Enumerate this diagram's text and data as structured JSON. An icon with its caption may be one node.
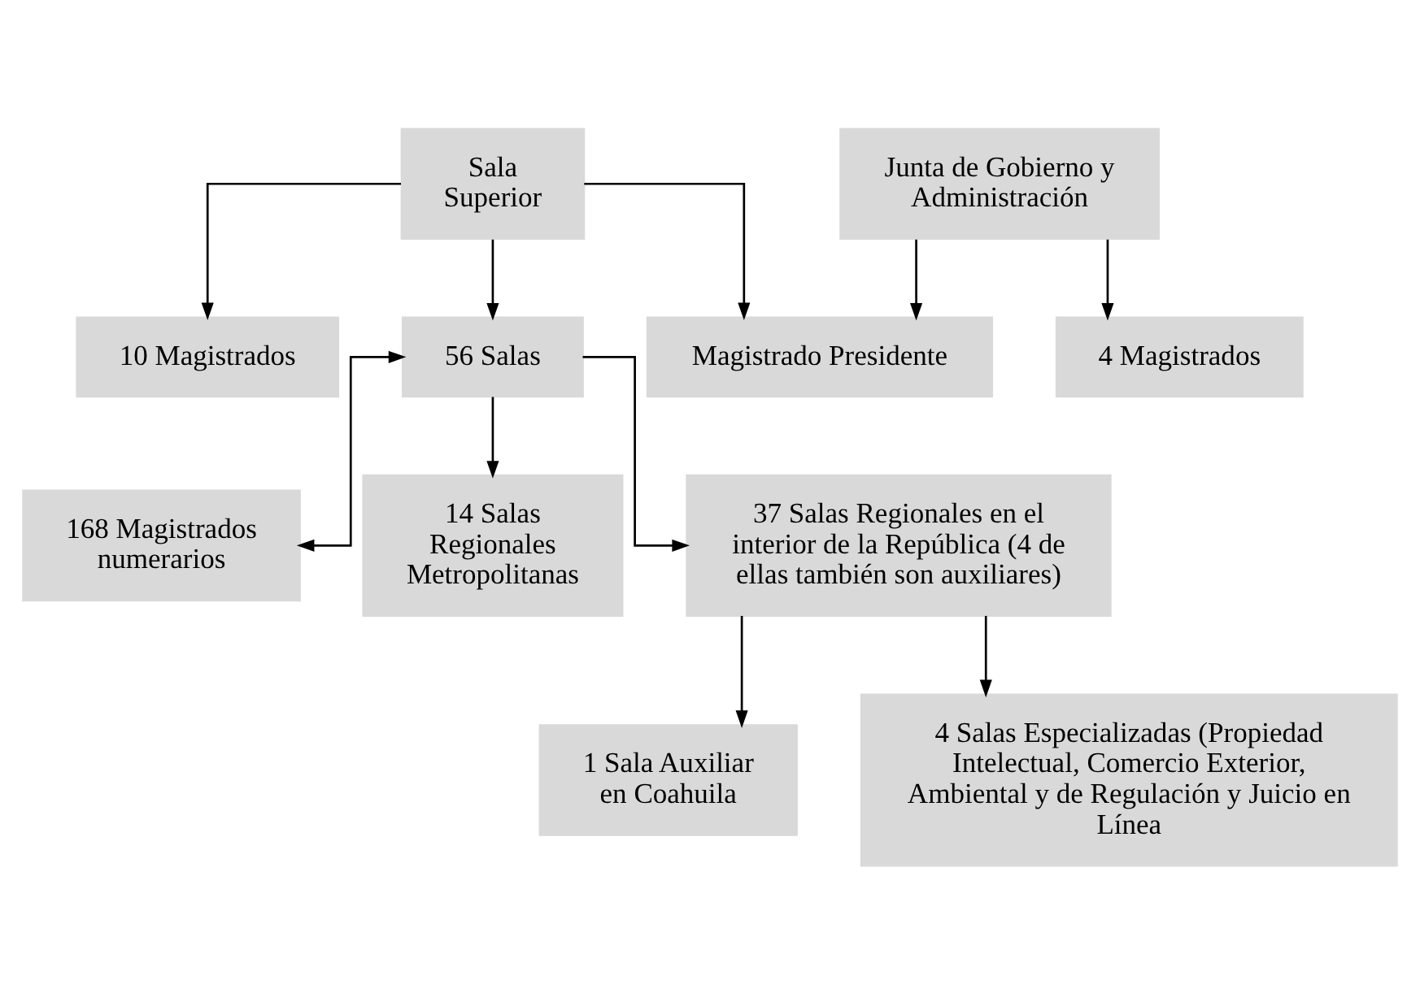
{
  "diagram": {
    "nodes": [
      {
        "text": [
          "Sala Superior"
        ]
      },
      {
        "text": [
          "Junta de Gobierno y Administración"
        ]
      },
      {
        "text": [
          "10 Magistrados"
        ]
      },
      {
        "text": [
          "Magistrado Presidente"
        ]
      },
      {
        "text": [
          "4 Magistrados"
        ]
      },
      {
        "text": [
          "56 Salas"
        ]
      },
      {
        "text": [
          "168 Magistrados numerarios"
        ]
      },
      {
        "text": [
          "14 Salas Regionales Metropolitanas"
        ]
      },
      {
        "text": [
          "37 Salas Regionales en el interior de la República (4 de ellas también son auxiliares)"
        ]
      },
      {
        "text": [
          "1 Sala Auxiliar en Coahuila"
        ]
      },
      {
        "text": [
          "4 Salas Especializadas (Propiedad Intelectual, Comercio Exterior, Ambiental y de Regulación y Juicio en Línea"
        ]
      }
    ],
    "edges": [
      {
        "from": 0,
        "to": 2,
        "arrow": "to"
      },
      {
        "from": 0,
        "to": 3,
        "arrow": "to"
      },
      {
        "from": 0,
        "to": 5,
        "arrow": "to"
      },
      {
        "from": 1,
        "to": 3,
        "arrow": "to"
      },
      {
        "from": 1,
        "to": 4,
        "arrow": "to"
      },
      {
        "from": 5,
        "to": 6,
        "arrow": "both"
      },
      {
        "from": 5,
        "to": 7,
        "arrow": "to"
      },
      {
        "from": 5,
        "to": 8,
        "arrow": "to"
      },
      {
        "from": 8,
        "to": 9,
        "arrow": "to"
      },
      {
        "from": 8,
        "to": 10,
        "arrow": "to"
      }
    ]
  }
}
